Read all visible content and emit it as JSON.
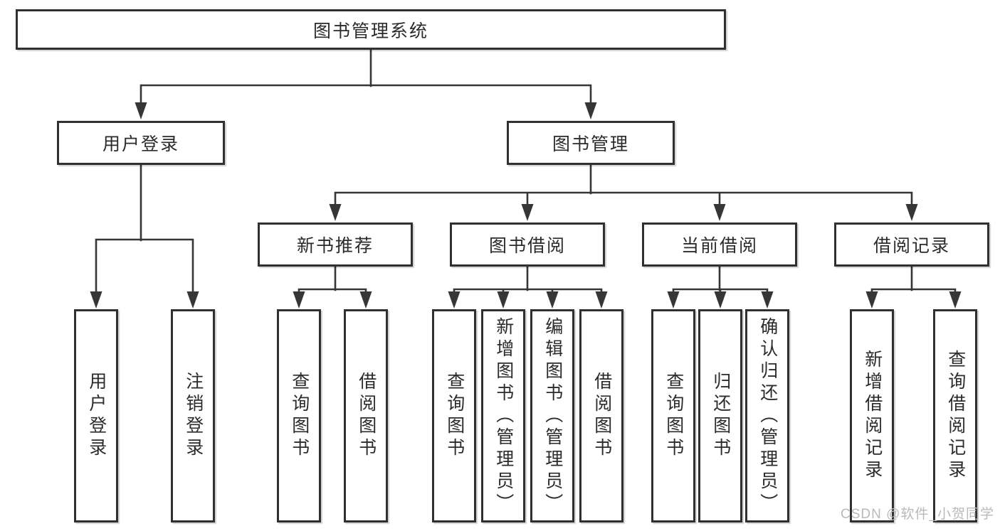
{
  "diagram": {
    "title": "图书管理系统",
    "nodes": {
      "root": "图书管理系统",
      "user_login": "用户登录",
      "book_mgmt": "图书管理",
      "new_books": "新书推荐",
      "book_borrow": "图书借阅",
      "current_borrow": "当前借阅",
      "borrow_records": "借阅记录",
      "login": "用户登录",
      "logout": "注销登录",
      "nb_query_books": "查询图书",
      "nb_borrow_books": "借阅图书",
      "bb_query_books": "查询图书",
      "bb_add_books": "新增图书（管理员）",
      "bb_edit_books": "编辑图书（管理员）",
      "bb_borrow_books": "借阅图书",
      "cb_query_books": "查询图书",
      "cb_return_books": "归还图书",
      "cb_confirm_return": "确认归还（管理员）",
      "br_add_record": "新增借阅记录",
      "br_query_record": "查询借阅记录"
    },
    "watermark": "CSDN @软件_小贺同学",
    "colors": {
      "line": "#363636",
      "box_border": "#303030",
      "text": "#2b2b2b",
      "watermark": "#b9b9b9",
      "background": "#ffffff",
      "box_fill": "#ffffff"
    }
  }
}
